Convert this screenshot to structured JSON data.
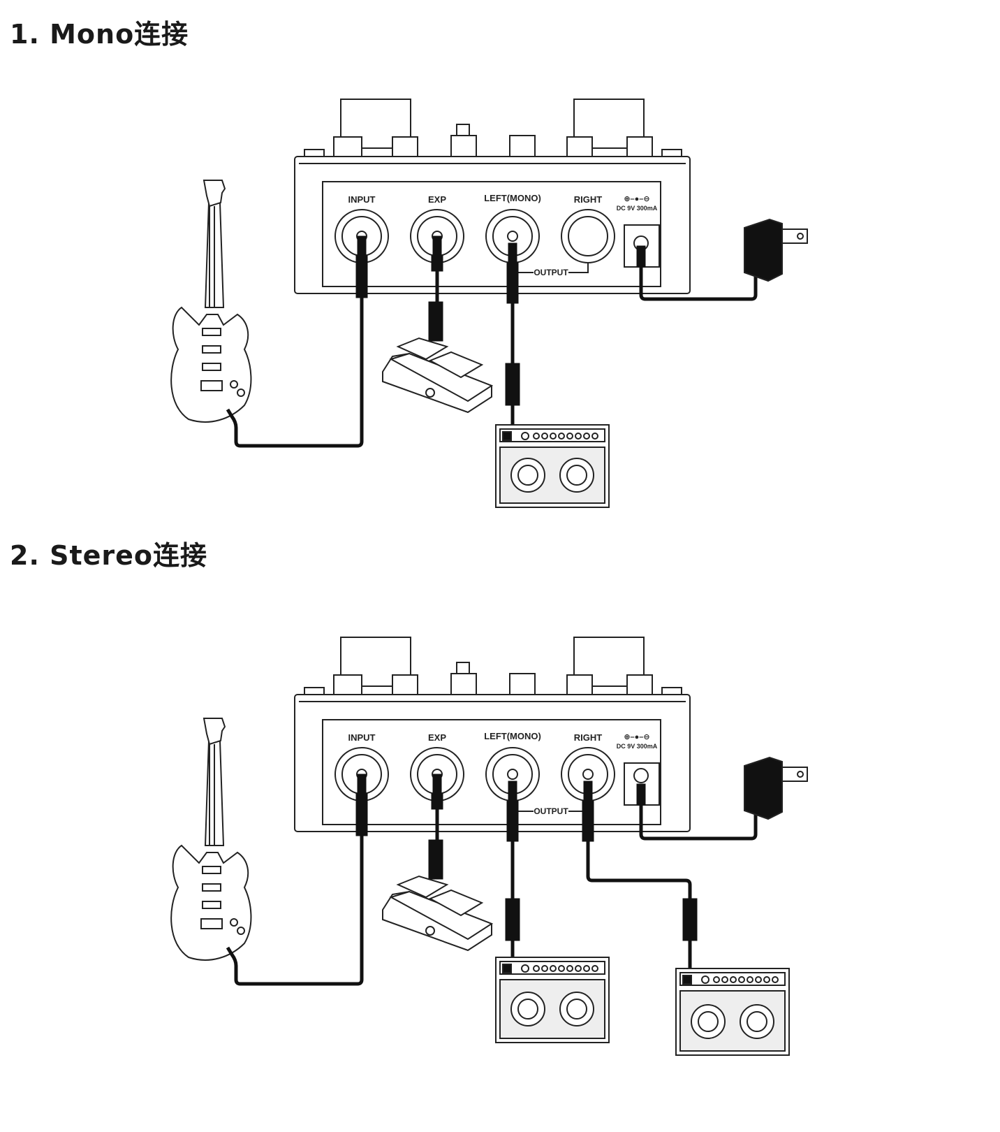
{
  "sections": [
    {
      "title": "1. Mono连接",
      "jack_labels": {
        "input": "INPUT",
        "exp": "EXP",
        "left": "LEFT(MONO)",
        "right": "RIGHT",
        "output": "OUTPUT"
      },
      "power": {
        "polarity": "⊕–●–⊖",
        "rating": "DC 9V 300mA"
      }
    },
    {
      "title": "2. Stereo连接",
      "jack_labels": {
        "input": "INPUT",
        "exp": "EXP",
        "left": "LEFT(MONO)",
        "right": "RIGHT",
        "output": "OUTPUT"
      },
      "power": {
        "polarity": "⊕–●–⊖",
        "rating": "DC 9V 300mA"
      }
    }
  ],
  "icons": [
    "guitar-icon",
    "expression-pedal-icon",
    "amplifier-icon",
    "power-adapter-icon",
    "effects-pedal-icon"
  ]
}
